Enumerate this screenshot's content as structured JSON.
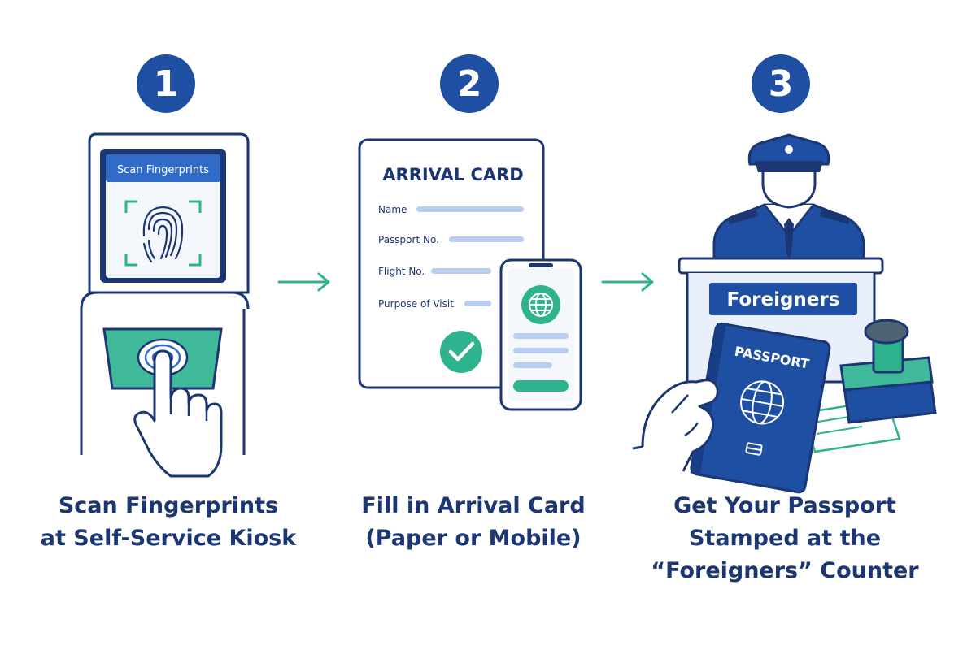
{
  "steps": [
    {
      "number": "1",
      "caption_lines": [
        "Scan Fingerprints",
        "at Self-Service Kiosk"
      ],
      "kiosk_screen_label": "Scan Fingerprints"
    },
    {
      "number": "2",
      "caption_lines": [
        "Fill in Arrival Card",
        "(Paper or Mobile)"
      ],
      "card_title": "ARRIVAL CARD",
      "fields": [
        "Name",
        "Passport No.",
        "Flight No.",
        "Purpose of Visit"
      ]
    },
    {
      "number": "3",
      "caption_lines": [
        "Get Your Passport",
        "Stamped at the",
        "“Foreigners” Counter"
      ],
      "counter_sign": "Foreigners",
      "passport_label": "PASSPORT"
    }
  ],
  "icons": {
    "step1": [
      "kiosk-icon",
      "fingerprint-icon",
      "pointing-hand-icon"
    ],
    "step2": [
      "arrival-card-icon",
      "smartphone-icon",
      "globe-icon",
      "checkmark-icon"
    ],
    "step3": [
      "officer-icon",
      "passport-icon",
      "stamp-icon"
    ],
    "arrows": [
      "arrow-right-icon"
    ]
  },
  "colors": {
    "navy": "#1c3673",
    "blue": "#1e4fa3",
    "teal": "#2fb38f",
    "light_blue": "#b9cdee",
    "pale_blue": "#e9f0fb"
  }
}
